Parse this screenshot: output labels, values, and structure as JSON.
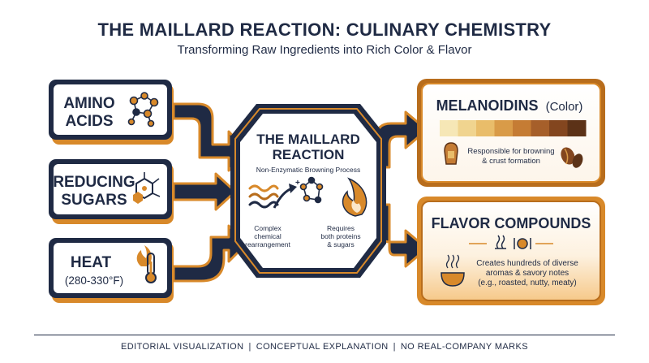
{
  "header": {
    "title": "THE MAILLARD REACTION: CULINARY CHEMISTRY",
    "subtitle": "Transforming Raw Ingredients into Rich Color & Flavor"
  },
  "inputs": {
    "amino": {
      "line1": "AMINO",
      "line2": "ACIDS",
      "icon": "molecule-network-icon"
    },
    "sugars": {
      "line1": "REDUCING",
      "line2": "SUGARS",
      "icon": "hexagon-ring-icon"
    },
    "heat": {
      "label": "HEAT",
      "range": "(280-330°F)",
      "icon": "flame-thermometer-icon"
    }
  },
  "center": {
    "title_line1": "THE MAILLARD",
    "title_line2": "REACTION",
    "subtitle": "Non-Enzymatic Browning Process",
    "left_note": [
      "Complex",
      "chemical",
      "rearrangement"
    ],
    "right_note": [
      "Requires",
      "both proteins",
      "& sugars"
    ],
    "icons": [
      "wavy-lines-icon",
      "arrow-icon",
      "molecule-icon",
      "flame-icon"
    ]
  },
  "outputs": {
    "melanoidins": {
      "title": "MELANOIDINS",
      "title_suffix": "(Color)",
      "desc_line1": "Responsible for browning",
      "desc_line2": "& crust formation",
      "swatches": [
        "#f6e7b6",
        "#f0d48f",
        "#e9bd6a",
        "#d99b48",
        "#c57c34",
        "#a65f2a",
        "#83461f",
        "#5c3217"
      ],
      "icons": [
        "toast-icon",
        "coffee-bean-icon"
      ]
    },
    "flavor": {
      "title": "FLAVOR COMPOUNDS",
      "desc_line1": "Creates hundreds of diverse",
      "desc_line2": "aromas & savory notes",
      "desc_line3": "(e.g., roasted, nutty, meaty)",
      "icons": [
        "aroma-icon",
        "plate-utensils-icon",
        "soup-bowl-icon"
      ]
    }
  },
  "footer": {
    "item1": "EDITORIAL VISUALIZATION",
    "item2": "CONCEPTUAL EXPLANATION",
    "item3": "NO REAL-COMPANY MARKS",
    "separator": "|"
  },
  "colors": {
    "navy": "#1f2a44",
    "orange": "#d8892a",
    "orange_dark": "#b86d1c",
    "light_orange": "#fbe7c9"
  }
}
